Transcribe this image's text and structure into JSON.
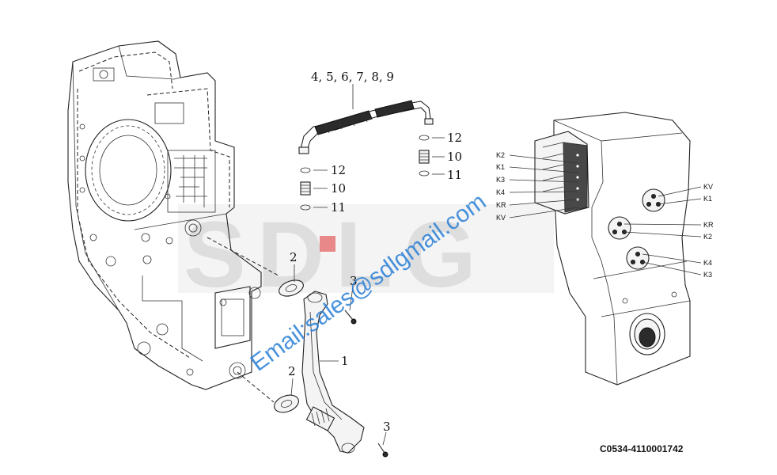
{
  "watermark": {
    "logo": "SDLG",
    "email": "Email:sales@sdlgmail.com",
    "logo_color": "#b8b8b8",
    "email_color": "#2a7fd6"
  },
  "part_number": "C0534-4110001742",
  "callouts": {
    "hose_group": "4, 5, 6, 7, 8, 9",
    "seal_12_a": "12",
    "fitting_10_a": "10",
    "seal_11_a": "11",
    "seal_12_b": "12",
    "fitting_10_b": "10",
    "seal_11_b": "11",
    "gasket_2_a": "2",
    "gasket_2_b": "2",
    "screw_3_a": "3",
    "screw_3_b": "3",
    "pipe_1": "1"
  },
  "port_codes": {
    "left": [
      "K2",
      "K1",
      "K3",
      "K4",
      "KR",
      "KV"
    ],
    "right": [
      "KV",
      "K1",
      "KR",
      "K2",
      "K4",
      "K3"
    ]
  }
}
